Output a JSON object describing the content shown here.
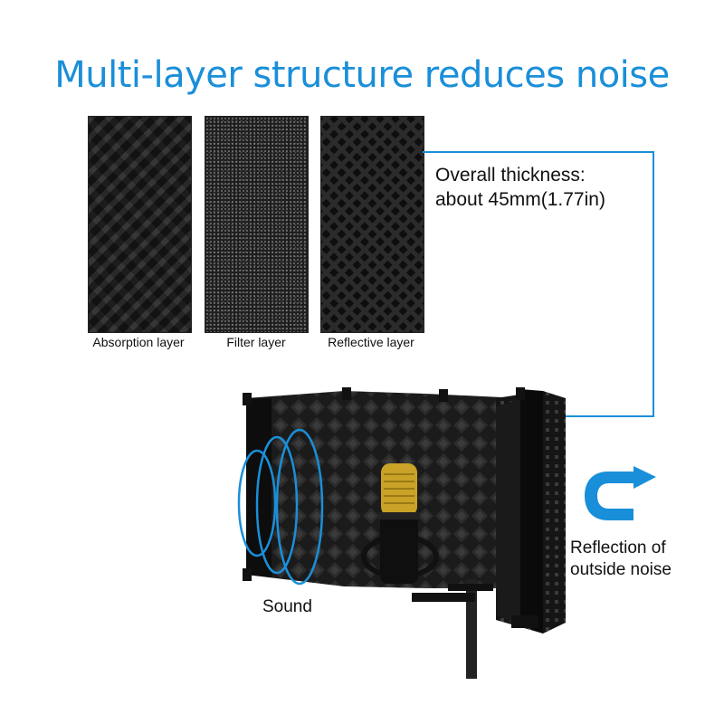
{
  "title": "Multi-layer structure reduces noise",
  "layers": [
    {
      "label": "Absorption layer"
    },
    {
      "label": "Filter layer"
    },
    {
      "label": "Reflective layer"
    }
  ],
  "thickness": {
    "line1": "Overall thickness:",
    "line2": "about 45mm(1.77in)"
  },
  "reflection": {
    "line1": "Reflection of",
    "line2": "outside noise"
  },
  "sound_label": "Sound",
  "colors": {
    "accent": "#1a8fd9",
    "foam": "#1c1c1c"
  },
  "icons": [
    "u-turn-arrow-icon",
    "sound-wave-icon",
    "microphone-icon"
  ]
}
